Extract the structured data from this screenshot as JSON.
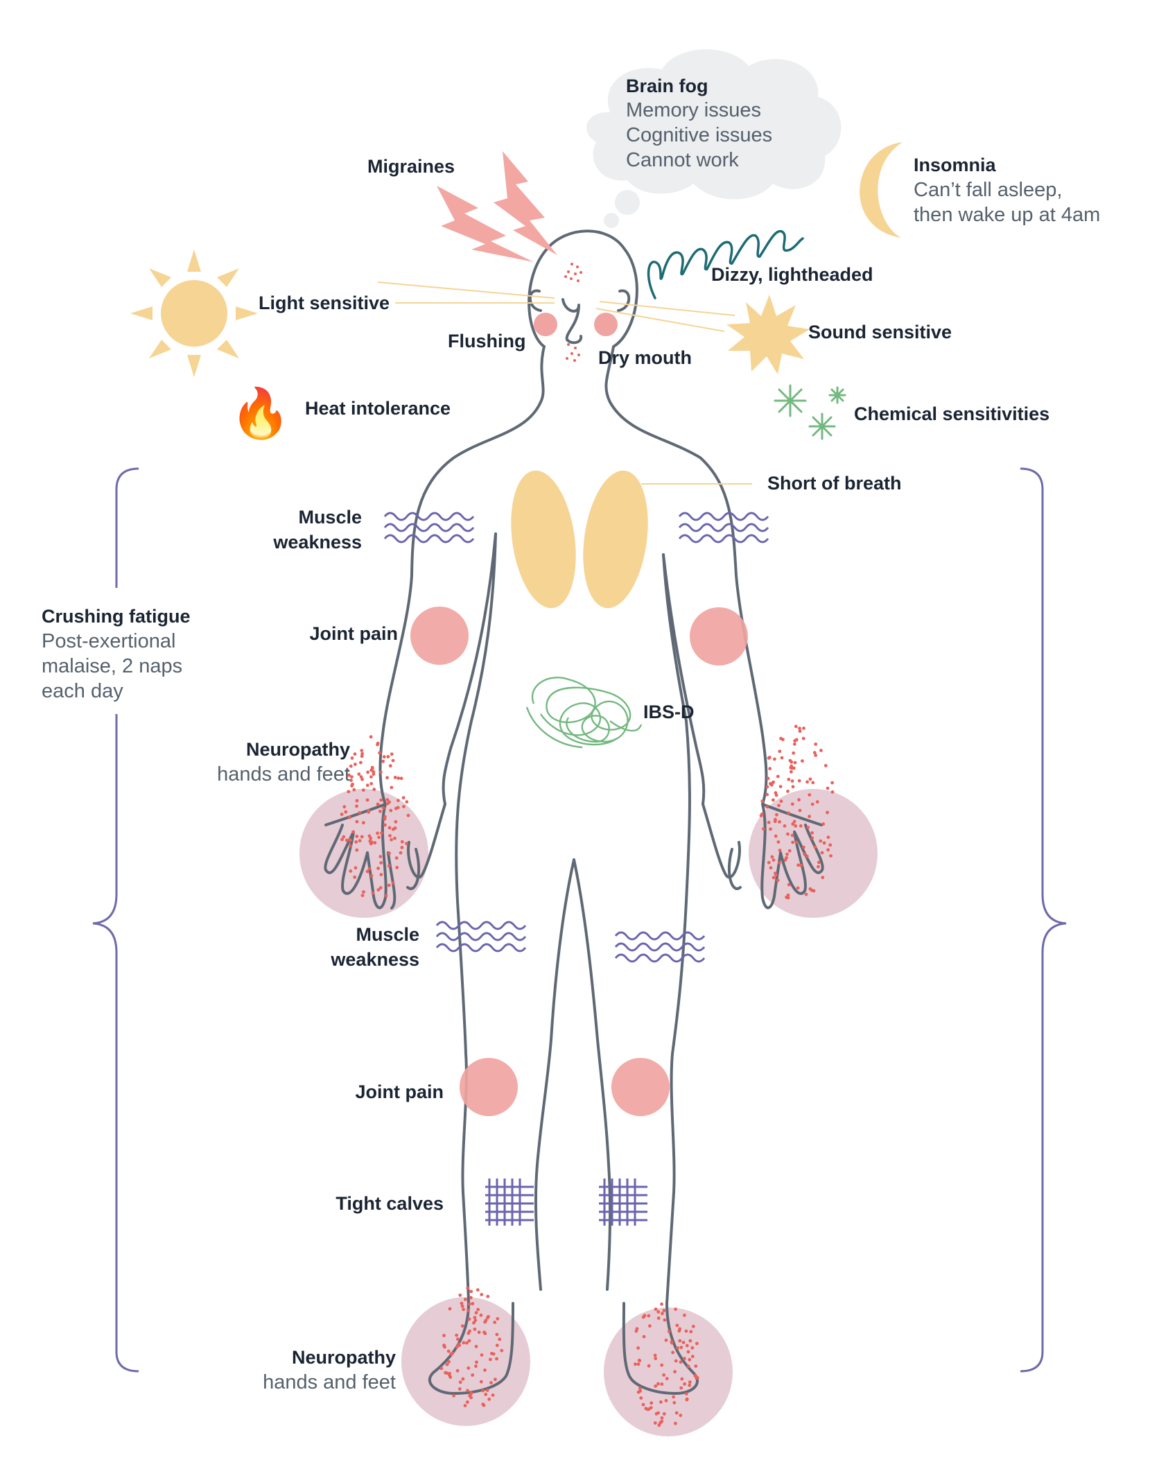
{
  "colors": {
    "body_outline": "#5f6975",
    "pink": "#f0a4a1",
    "mauve": "#e6ccd4",
    "dot": "#e8615c",
    "yellow": "#f5d494",
    "purple": "#6a64ad",
    "bracket": "#6f6aa9",
    "teal": "#1d6b73",
    "green": "#73b87f",
    "cloud": "#eceef0",
    "label": "#1b2433",
    "sublabel": "#55606c"
  },
  "labels": {
    "brain_fog": "Brain fog",
    "memory_issues": "Memory issues",
    "cognitive_issues": "Cognitive issues",
    "cannot_work": "Cannot work",
    "migraines": "Migraines",
    "insomnia": "Insomnia",
    "insomnia_line1": "Can’t fall asleep,",
    "insomnia_line2": "then wake up at 4am",
    "dizzy": "Dizzy, lightheaded",
    "light_sensitive": "Light sensitive",
    "sound_sensitive": "Sound sensitive",
    "flushing": "Flushing",
    "dry_mouth": "Dry mouth",
    "heat_intolerance": "Heat intolerance",
    "chemical_sensitivities": "Chemical sensitivities",
    "short_of_breath": "Short of breath",
    "muscle_upper_1": "Muscle",
    "muscle_upper_2": "weakness",
    "crushing_fatigue": "Crushing fatigue",
    "fatigue_line1": "Post-exertional",
    "fatigue_line2": "malaise, 2 naps",
    "fatigue_line3": "each day",
    "joint_pain_arm": "Joint pain",
    "ibs": "IBS-D",
    "neuropathy_hands": "Neuropathy",
    "neuropathy_hands_sub": "hands and feet",
    "muscle_lower_1": "Muscle",
    "muscle_lower_2": "weakness",
    "joint_pain_knee": "Joint pain",
    "tight_calves": "Tight calves",
    "neuropathy_feet": "Neuropathy",
    "neuropathy_feet_sub": "hands and feet"
  },
  "icons": {
    "fire": "🔥"
  }
}
